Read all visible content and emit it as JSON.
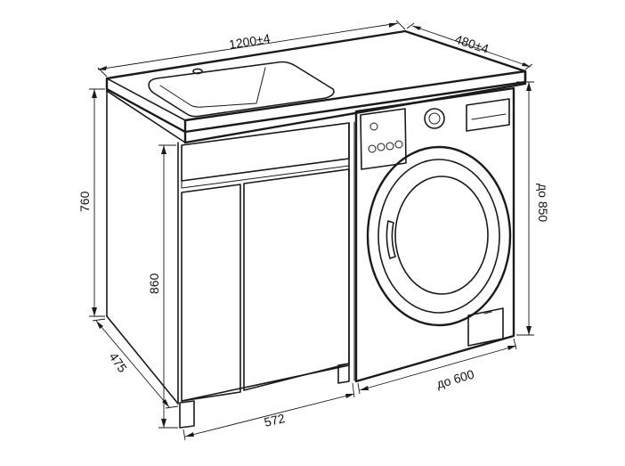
{
  "dimensions": {
    "top_width": "1200±4",
    "depth_top": "480±4",
    "height_cabinet": "760",
    "height_inner": "860",
    "height_washer": "до 850",
    "depth_bottom": "475",
    "cabinet_width": "572",
    "washer_width": "до 600"
  },
  "colors": {
    "line": "#1a1a1a",
    "background": "#ffffff"
  }
}
